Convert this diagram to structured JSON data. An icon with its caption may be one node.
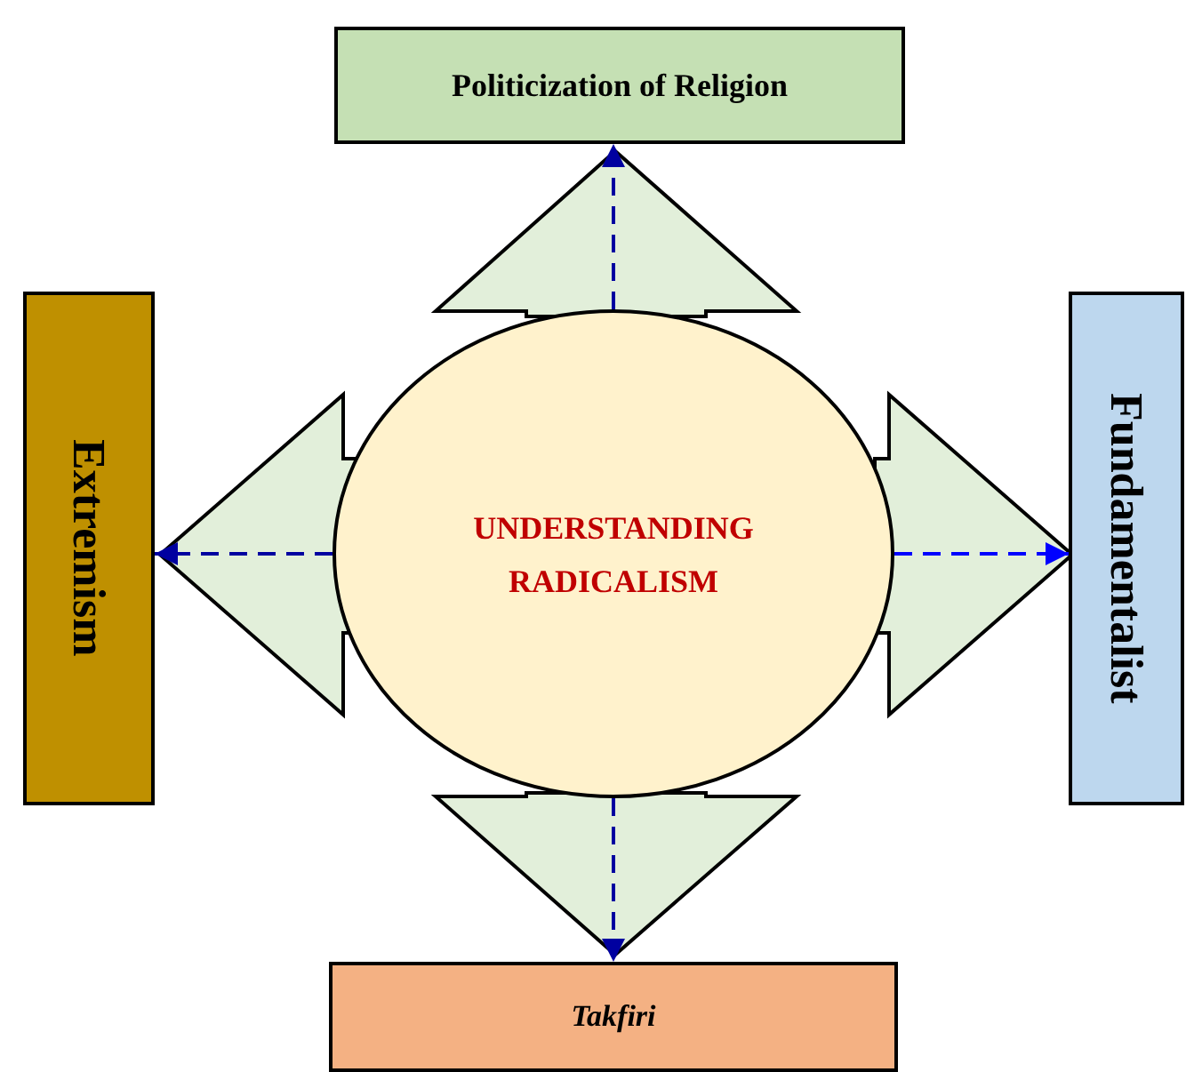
{
  "diagram": {
    "nodes": [
      {
        "text": [
          "UNDERSTANDING RADICALISM"
        ]
      },
      {
        "text": [
          "Politicization of Religion"
        ]
      },
      {
        "text": [
          "Extremism"
        ]
      },
      {
        "text": [
          "Fundamentalist"
        ]
      },
      {
        "text": [
          "Takfiri"
        ]
      }
    ],
    "edges": [
      {
        "from": 0,
        "to": 1,
        "arrow": "to",
        "style": "dashed"
      },
      {
        "from": 0,
        "to": 2,
        "arrow": "to",
        "style": "dashed"
      },
      {
        "from": 0,
        "to": 3,
        "arrow": "to",
        "style": "dashed",
        "color": "#0000ff"
      },
      {
        "from": 0,
        "to": 4,
        "arrow": "to",
        "style": "dashed"
      }
    ]
  }
}
